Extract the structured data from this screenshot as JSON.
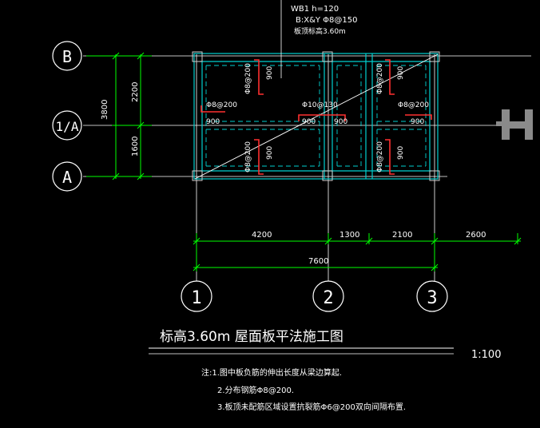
{
  "slab_label": {
    "line1": "WB1 h=120",
    "line2": "B:X&Y Φ8@150",
    "line3": "板顶标高3.60m"
  },
  "axes": {
    "rows": [
      "B",
      "1/A",
      "A"
    ],
    "cols": [
      "1",
      "2",
      "3"
    ]
  },
  "dims": {
    "left_overall": "3800",
    "left_upper": "2200",
    "left_lower": "1600",
    "bottom_segments": [
      "4200",
      "1300",
      "2100",
      "2600"
    ],
    "bottom_overall": "7600"
  },
  "rebar": {
    "top_left": "Φ8@200",
    "mid_left": "Φ8@200",
    "bottom_left": "Φ8@200",
    "center": "Φ10@130",
    "top_right": "Φ8@200",
    "mid_right": "Φ8@200",
    "bottom_right": "Φ8@200",
    "len": "900"
  },
  "title": "标高3.60m 屋面板平法施工图",
  "scale": "1:100",
  "notes": [
    "注:1.图中板负筋的伸出长度从梁边算起.",
    "2.分布钢筋Φ8@200.",
    "3.板顶未配筋区域设置抗裂筋Φ6@200双向间隔布置."
  ],
  "colors": {
    "axis_line": "#ffffff",
    "dimension": "#00ff00",
    "beam": "#00d0d0",
    "rebar": "#ff3030",
    "column": "#cfcfcf"
  }
}
